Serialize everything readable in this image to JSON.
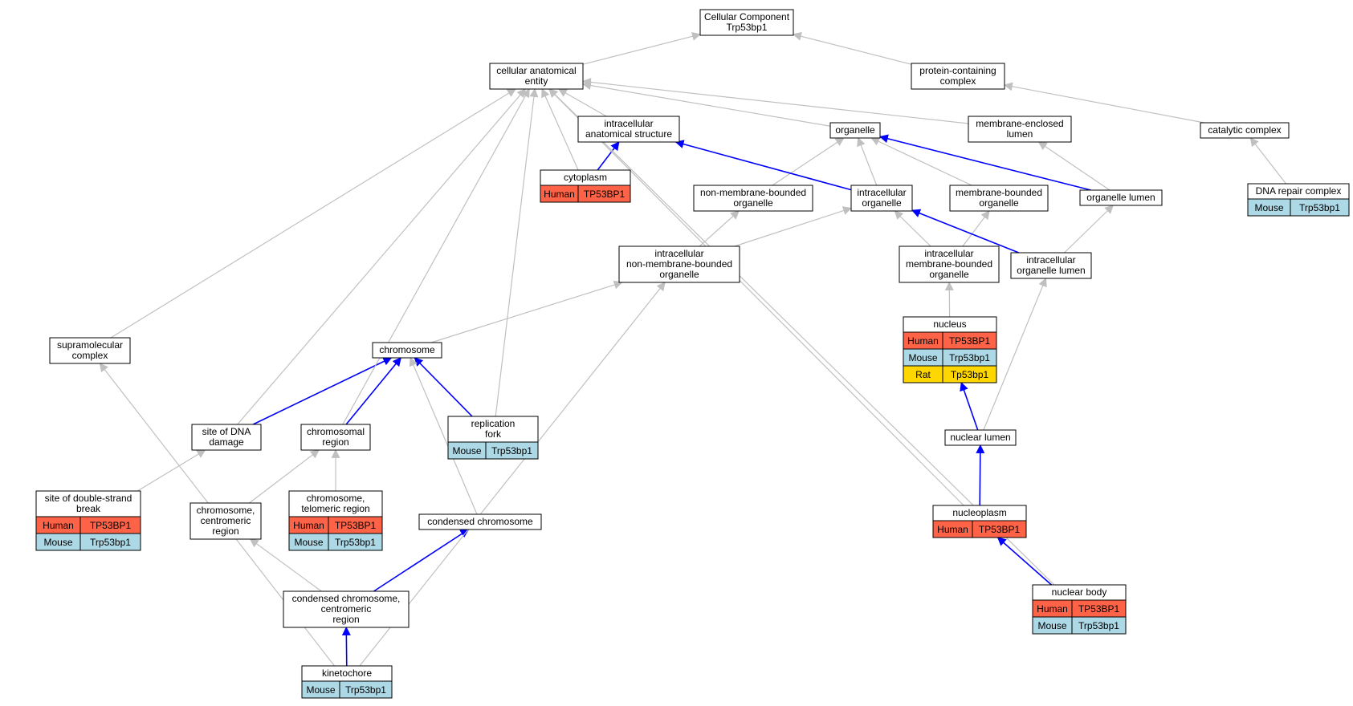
{
  "colors": {
    "human": "#ff6347",
    "mouse": "#add8e6",
    "rat": "#ffd700",
    "edge_is_a": "#c0c0c0",
    "edge_part_of": "#0000ff"
  },
  "nodes": [
    {
      "id": "root",
      "lines": [
        "Cellular Component",
        "Trp53bp1"
      ]
    },
    {
      "id": "cae",
      "lines": [
        "cellular anatomical",
        "entity"
      ]
    },
    {
      "id": "pcc",
      "lines": [
        "protein-containing",
        "complex"
      ]
    },
    {
      "id": "ias",
      "lines": [
        "intracellular",
        "anatomical structure"
      ]
    },
    {
      "id": "organelle",
      "lines": [
        "organelle"
      ]
    },
    {
      "id": "mel",
      "lines": [
        "membrane-enclosed",
        "lumen"
      ]
    },
    {
      "id": "catcx",
      "lines": [
        "catalytic complex"
      ]
    },
    {
      "id": "cytoplasm",
      "lines": [
        "cytoplasm"
      ],
      "species": [
        [
          "Human",
          "TP53BP1"
        ]
      ]
    },
    {
      "id": "nmbo",
      "lines": [
        "non-membrane-bounded",
        "organelle"
      ]
    },
    {
      "id": "io",
      "lines": [
        "intracellular",
        "organelle"
      ]
    },
    {
      "id": "mbo",
      "lines": [
        "membrane-bounded",
        "organelle"
      ]
    },
    {
      "id": "ol",
      "lines": [
        "organelle lumen"
      ]
    },
    {
      "id": "dnarc",
      "lines": [
        "DNA repair complex"
      ],
      "species": [
        [
          "Mouse",
          "Trp53bp1"
        ]
      ]
    },
    {
      "id": "inmbo",
      "lines": [
        "intracellular",
        "non-membrane-bounded",
        "organelle"
      ]
    },
    {
      "id": "imbo",
      "lines": [
        "intracellular",
        "membrane-bounded",
        "organelle"
      ]
    },
    {
      "id": "iol",
      "lines": [
        "intracellular",
        "organelle lumen"
      ]
    },
    {
      "id": "nucleus",
      "lines": [
        "nucleus"
      ],
      "species": [
        [
          "Human",
          "TP53BP1"
        ],
        [
          "Mouse",
          "Trp53bp1"
        ],
        [
          "Rat",
          "Tp53bp1"
        ]
      ]
    },
    {
      "id": "supra",
      "lines": [
        "supramolecular",
        "complex"
      ]
    },
    {
      "id": "chromosome",
      "lines": [
        "chromosome"
      ]
    },
    {
      "id": "sdd",
      "lines": [
        "site of DNA",
        "damage"
      ]
    },
    {
      "id": "chromreg",
      "lines": [
        "chromosomal",
        "region"
      ]
    },
    {
      "id": "repfork",
      "lines": [
        "replication",
        "fork"
      ],
      "species": [
        [
          "Mouse",
          "Trp53bp1"
        ]
      ]
    },
    {
      "id": "nuclum",
      "lines": [
        "nuclear lumen"
      ]
    },
    {
      "id": "sdsb",
      "lines": [
        "site of double-strand",
        "break"
      ],
      "species": [
        [
          "Human",
          "TP53BP1"
        ],
        [
          "Mouse",
          "Trp53bp1"
        ]
      ]
    },
    {
      "id": "centreg",
      "lines": [
        "chromosome,",
        "centromeric",
        "region"
      ]
    },
    {
      "id": "telreg",
      "lines": [
        "chromosome,",
        "telomeric region"
      ],
      "species": [
        [
          "Human",
          "TP53BP1"
        ],
        [
          "Mouse",
          "Trp53bp1"
        ]
      ]
    },
    {
      "id": "condchrom",
      "lines": [
        "condensed chromosome"
      ]
    },
    {
      "id": "nucleoplasm",
      "lines": [
        "nucleoplasm"
      ],
      "species": [
        [
          "Human",
          "TP53BP1"
        ]
      ]
    },
    {
      "id": "ccc",
      "lines": [
        "condensed chromosome,",
        "centromeric",
        "region"
      ]
    },
    {
      "id": "nucbody",
      "lines": [
        "nuclear body"
      ],
      "species": [
        [
          "Human",
          "TP53BP1"
        ],
        [
          "Mouse",
          "Trp53bp1"
        ]
      ]
    },
    {
      "id": "kinetochore",
      "lines": [
        "kinetochore"
      ],
      "species": [
        [
          "Mouse",
          "Trp53bp1"
        ]
      ]
    }
  ],
  "edges": [
    {
      "from": "cae",
      "to": "root",
      "type": "is_a"
    },
    {
      "from": "pcc",
      "to": "root",
      "type": "is_a"
    },
    {
      "from": "catcx",
      "to": "pcc",
      "type": "is_a"
    },
    {
      "from": "dnarc",
      "to": "catcx",
      "type": "is_a"
    },
    {
      "from": "ias",
      "to": "cae",
      "type": "is_a"
    },
    {
      "from": "organelle",
      "to": "cae",
      "type": "is_a"
    },
    {
      "from": "mel",
      "to": "cae",
      "type": "is_a"
    },
    {
      "from": "cytoplasm",
      "to": "cae",
      "type": "is_a"
    },
    {
      "from": "cytoplasm",
      "to": "ias",
      "type": "part_of"
    },
    {
      "from": "nmbo",
      "to": "organelle",
      "type": "is_a"
    },
    {
      "from": "io",
      "to": "organelle",
      "type": "is_a"
    },
    {
      "from": "mbo",
      "to": "organelle",
      "type": "is_a"
    },
    {
      "from": "io",
      "to": "ias",
      "type": "part_of"
    },
    {
      "from": "ol",
      "to": "organelle",
      "type": "part_of"
    },
    {
      "from": "ol",
      "to": "mel",
      "type": "is_a"
    },
    {
      "from": "inmbo",
      "to": "nmbo",
      "type": "is_a"
    },
    {
      "from": "inmbo",
      "to": "io",
      "type": "is_a"
    },
    {
      "from": "imbo",
      "to": "io",
      "type": "is_a"
    },
    {
      "from": "imbo",
      "to": "mbo",
      "type": "is_a"
    },
    {
      "from": "iol",
      "to": "io",
      "type": "part_of"
    },
    {
      "from": "iol",
      "to": "ol",
      "type": "is_a"
    },
    {
      "from": "nucleus",
      "to": "imbo",
      "type": "is_a"
    },
    {
      "from": "nuclum",
      "to": "nucleus",
      "type": "part_of"
    },
    {
      "from": "nuclum",
      "to": "iol",
      "type": "is_a"
    },
    {
      "from": "nucleoplasm",
      "to": "nuclum",
      "type": "part_of"
    },
    {
      "from": "nucleoplasm",
      "to": "cae",
      "type": "is_a"
    },
    {
      "from": "nucbody",
      "to": "nucleoplasm",
      "type": "part_of"
    },
    {
      "from": "nucbody",
      "to": "cae",
      "type": "is_a"
    },
    {
      "from": "chromosome",
      "to": "inmbo",
      "type": "is_a"
    },
    {
      "from": "supra",
      "to": "cae",
      "type": "is_a"
    },
    {
      "from": "sdd",
      "to": "chromosome",
      "type": "part_of"
    },
    {
      "from": "sdd",
      "to": "cae",
      "type": "is_a"
    },
    {
      "from": "chromreg",
      "to": "chromosome",
      "type": "part_of"
    },
    {
      "from": "chromreg",
      "to": "cae",
      "type": "is_a"
    },
    {
      "from": "repfork",
      "to": "chromosome",
      "type": "part_of"
    },
    {
      "from": "repfork",
      "to": "cae",
      "type": "is_a"
    },
    {
      "from": "sdsb",
      "to": "sdd",
      "type": "is_a"
    },
    {
      "from": "centreg",
      "to": "chromreg",
      "type": "is_a"
    },
    {
      "from": "telreg",
      "to": "chromreg",
      "type": "is_a"
    },
    {
      "from": "condchrom",
      "to": "chromosome",
      "type": "is_a"
    },
    {
      "from": "ccc",
      "to": "centreg",
      "type": "is_a"
    },
    {
      "from": "ccc",
      "to": "condchrom",
      "type": "part_of"
    },
    {
      "from": "kinetochore",
      "to": "ccc",
      "type": "part_of"
    },
    {
      "from": "kinetochore",
      "to": "supra",
      "type": "is_a"
    },
    {
      "from": "kinetochore",
      "to": "inmbo",
      "type": "is_a"
    }
  ]
}
